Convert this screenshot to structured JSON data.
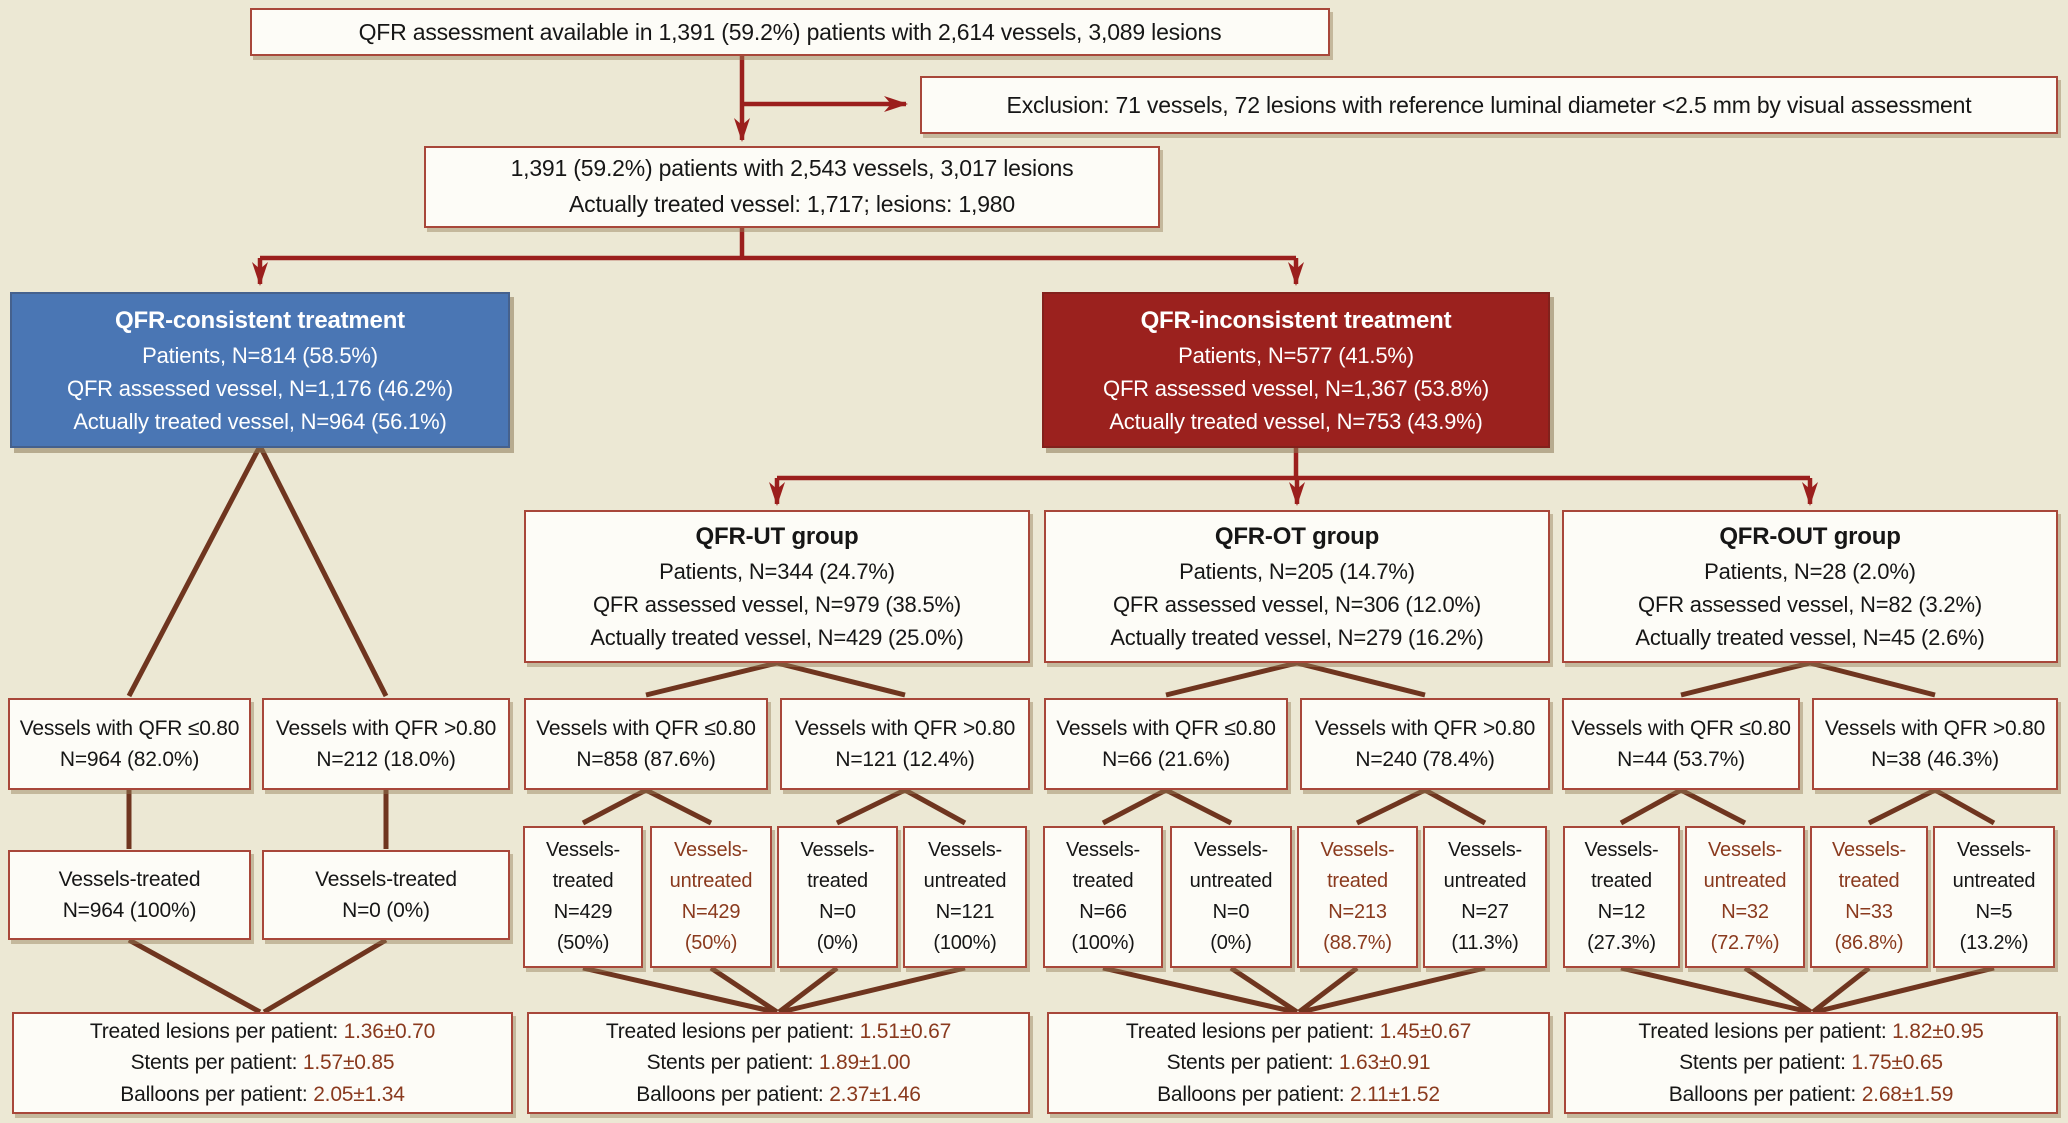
{
  "colors": {
    "background": "#ece8d4",
    "box_border": "#a8473a",
    "arrow_red": "#9b1f1d",
    "line_brown": "#6f351f",
    "blue_box": "#4a76b4",
    "red_box": "#9b211e",
    "accent_text": "#8a3a1e",
    "text": "#161616"
  },
  "top_box": "QFR assessment available in 1,391 (59.2%) patients with 2,614 vessels, 3,089 lesions",
  "exclusion_box": "Exclusion: 71 vessels, 72 lesions with reference luminal diameter <2.5 mm by visual assessment",
  "cohort_box": "1,391 (59.2%) patients with 2,543 vessels, 3,017 lesions\nActually treated vessel: 1,717; lesions: 1,980",
  "arms": {
    "consistent": {
      "title": "QFR-consistent treatment",
      "body": "Patients, N=814 (58.5%)\nQFR assessed vessel, N=1,176 (46.2%)\nActually treated vessel, N=964 (56.1%)"
    },
    "inconsistent": {
      "title": "QFR-inconsistent treatment",
      "body": "Patients, N=577 (41.5%)\nQFR assessed vessel, N=1,367 (53.8%)\nActually treated vessel, N=753 (43.9%)"
    }
  },
  "groups": {
    "ut": {
      "title": "QFR-UT group",
      "body": "Patients, N=344 (24.7%)\nQFR assessed vessel, N=979 (38.5%)\nActually treated vessel, N=429 (25.0%)"
    },
    "ot": {
      "title": "QFR-OT group",
      "body": "Patients, N=205 (14.7%)\nQFR assessed vessel, N=306 (12.0%)\nActually treated vessel, N=279 (16.2%)"
    },
    "out": {
      "title": "QFR-OUT group",
      "body": "Patients, N=28 (2.0%)\nQFR assessed vessel, N=82 (3.2%)\nActually treated vessel, N=45 (2.6%)"
    }
  },
  "qfr_split": {
    "consistent_le": "Vessels with QFR ≤0.80\nN=964 (82.0%)",
    "consistent_gt": "Vessels with QFR >0.80\nN=212 (18.0%)",
    "ut_le": "Vessels with QFR ≤0.80\nN=858 (87.6%)",
    "ut_gt": "Vessels with QFR >0.80\nN=121 (12.4%)",
    "ot_le": "Vessels with QFR ≤0.80\nN=66 (21.6%)",
    "ot_gt": "Vessels with QFR >0.80\nN=240 (78.4%)",
    "out_le": "Vessels with QFR ≤0.80\nN=44 (53.7%)",
    "out_gt": "Vessels with QFR >0.80\nN=38 (46.3%)"
  },
  "treated": {
    "consistent1": "Vessels-treated\nN=964 (100%)",
    "consistent2": "Vessels-treated\nN=0 (0%)",
    "ut1": "Vessels-\ntreated\nN=429\n(50%)",
    "ut2": "Vessels-\nuntreated\nN=429\n(50%)",
    "ut3": "Vessels-\ntreated\nN=0\n(0%)",
    "ut4": "Vessels-\nuntreated\nN=121\n(100%)",
    "ot1": "Vessels-\ntreated\nN=66\n(100%)",
    "ot2": "Vessels-\nuntreated\nN=0\n(0%)",
    "ot3": "Vessels-\ntreated\nN=213\n(88.7%)",
    "ot4": "Vessels-\nuntreated\nN=27\n(11.3%)",
    "out1": "Vessels-\ntreated\nN=12\n(27.3%)",
    "out2": "Vessels-\nuntreated\nN=32\n(72.7%)",
    "out3": "Vessels-\ntreated\nN=33\n(86.8%)",
    "out4": "Vessels-\nuntreated\nN=5\n(13.2%)"
  },
  "summaries": {
    "consistent": [
      {
        "label": "Treated lesions per patient: ",
        "value": "1.36±0.70"
      },
      {
        "label": "Stents per patient: ",
        "value": "1.57±0.85"
      },
      {
        "label": "Balloons per patient: ",
        "value": "2.05±1.34"
      }
    ],
    "ut": [
      {
        "label": "Treated lesions per patient: ",
        "value": "1.51±0.67"
      },
      {
        "label": "Stents per patient: ",
        "value": "1.89±1.00"
      },
      {
        "label": "Balloons per patient: ",
        "value": "2.37±1.46"
      }
    ],
    "ot": [
      {
        "label": "Treated lesions per patient: ",
        "value": "1.45±0.67"
      },
      {
        "label": "Stents per patient: ",
        "value": "1.63±0.91"
      },
      {
        "label": "Balloons per patient: ",
        "value": "2.11±1.52"
      }
    ],
    "out": [
      {
        "label": "Treated lesions per patient: ",
        "value": "1.82±0.95"
      },
      {
        "label": "Stents per patient: ",
        "value": "1.75±0.65"
      },
      {
        "label": "Balloons per patient: ",
        "value": "2.68±1.59"
      }
    ]
  }
}
